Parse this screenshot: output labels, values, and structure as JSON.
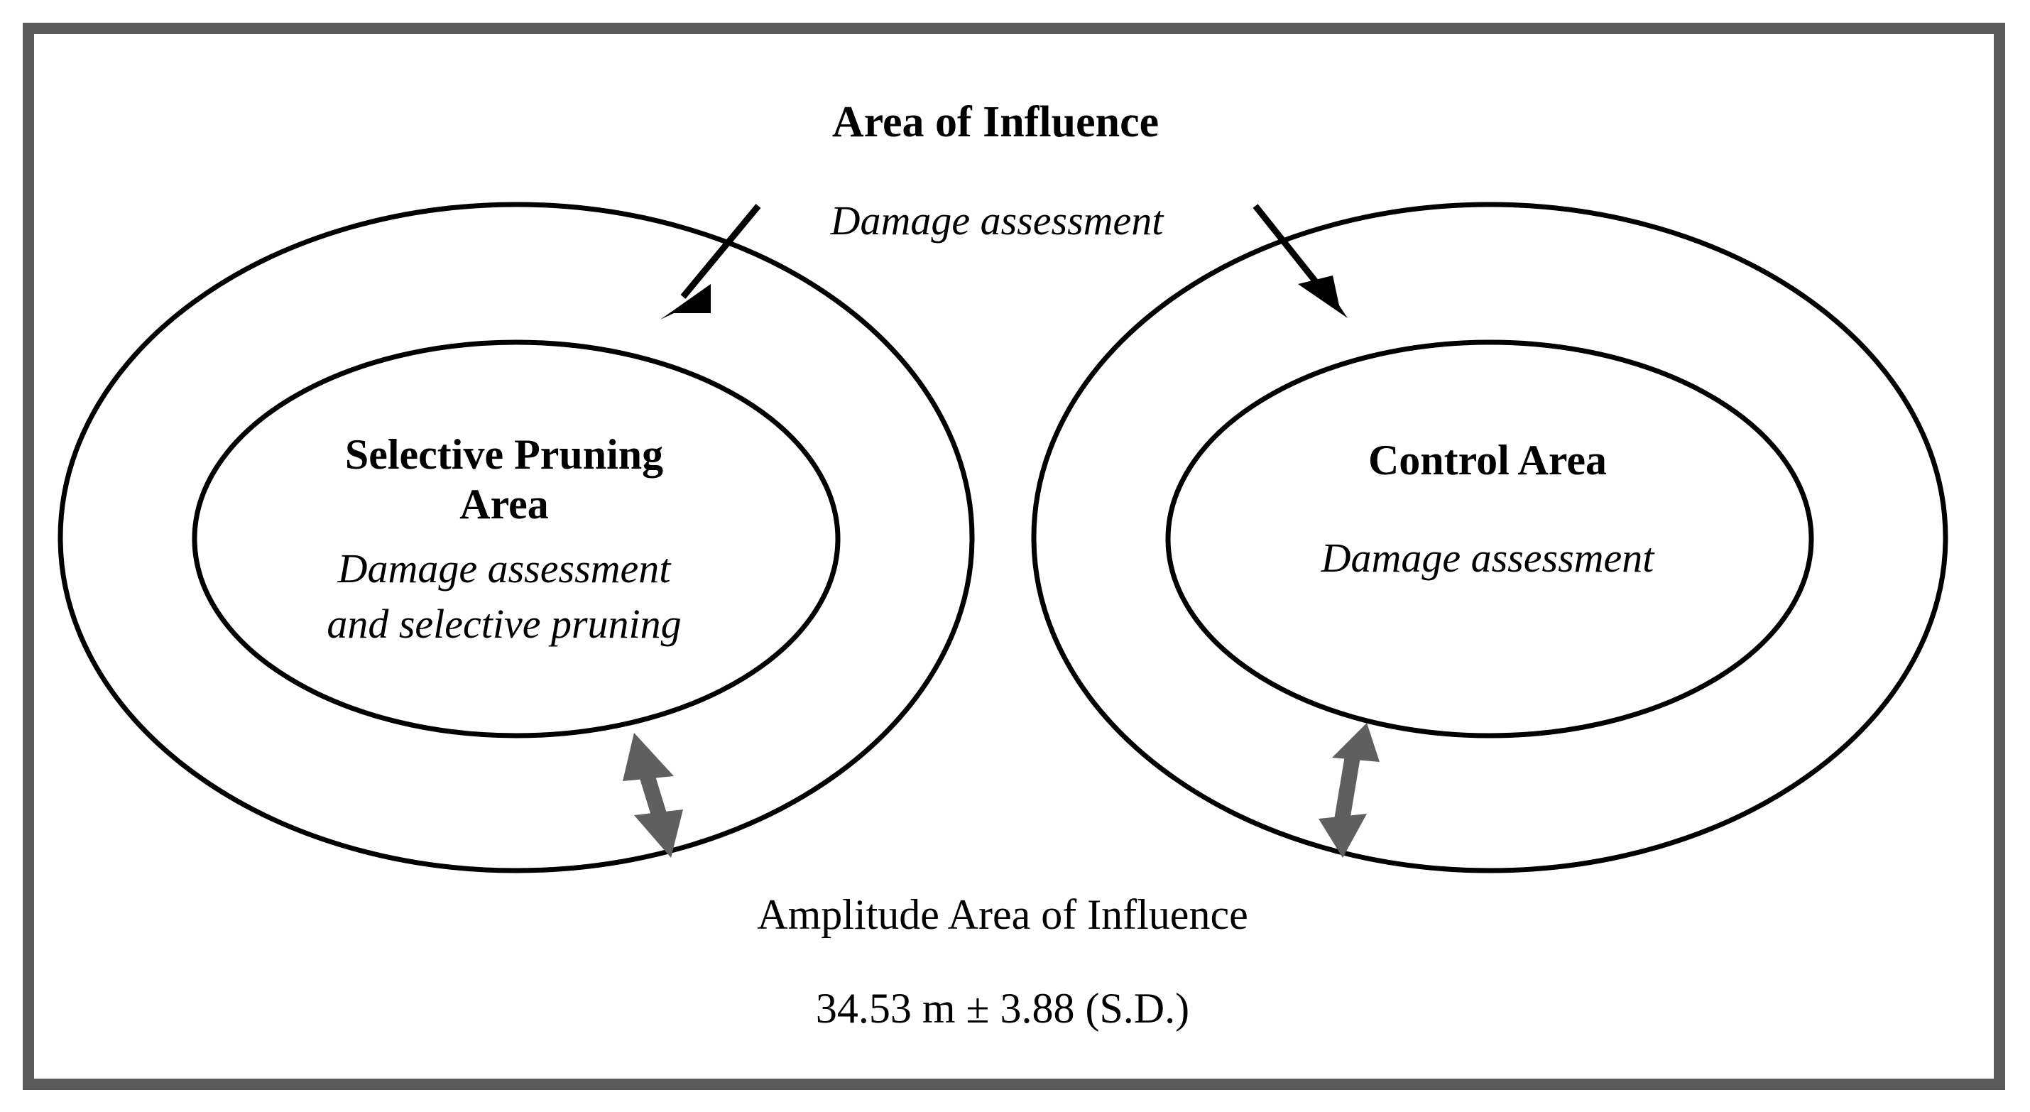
{
  "figure": {
    "title": "Area of Influence",
    "top_label": "Damage assessment",
    "background_color": "#ffffff",
    "frame_color": "#5a5a5a",
    "outline_color": "#000000",
    "amplitude_arrow_color": "#5f5f5f"
  },
  "zones": [
    {
      "id": "selective-pruning",
      "heading_line1": "Selective Pruning",
      "heading_line2": "Area",
      "detail_line1": "Damage assessment",
      "detail_line2": "and selective pruning"
    },
    {
      "id": "control",
      "heading_line1": "Control Area",
      "heading_line2": "",
      "detail_line1": "Damage assessment",
      "detail_line2": ""
    }
  ],
  "amplitude": {
    "label": "Amplitude Area of Influence",
    "value": "34.53 m ± 3.88 (S.D.)"
  },
  "icons": {
    "pointer_left": "arrow-down-left-icon",
    "pointer_right": "arrow-down-right-icon",
    "amplitude_left": "double-headed-arrow-icon",
    "amplitude_right": "double-headed-arrow-icon"
  }
}
